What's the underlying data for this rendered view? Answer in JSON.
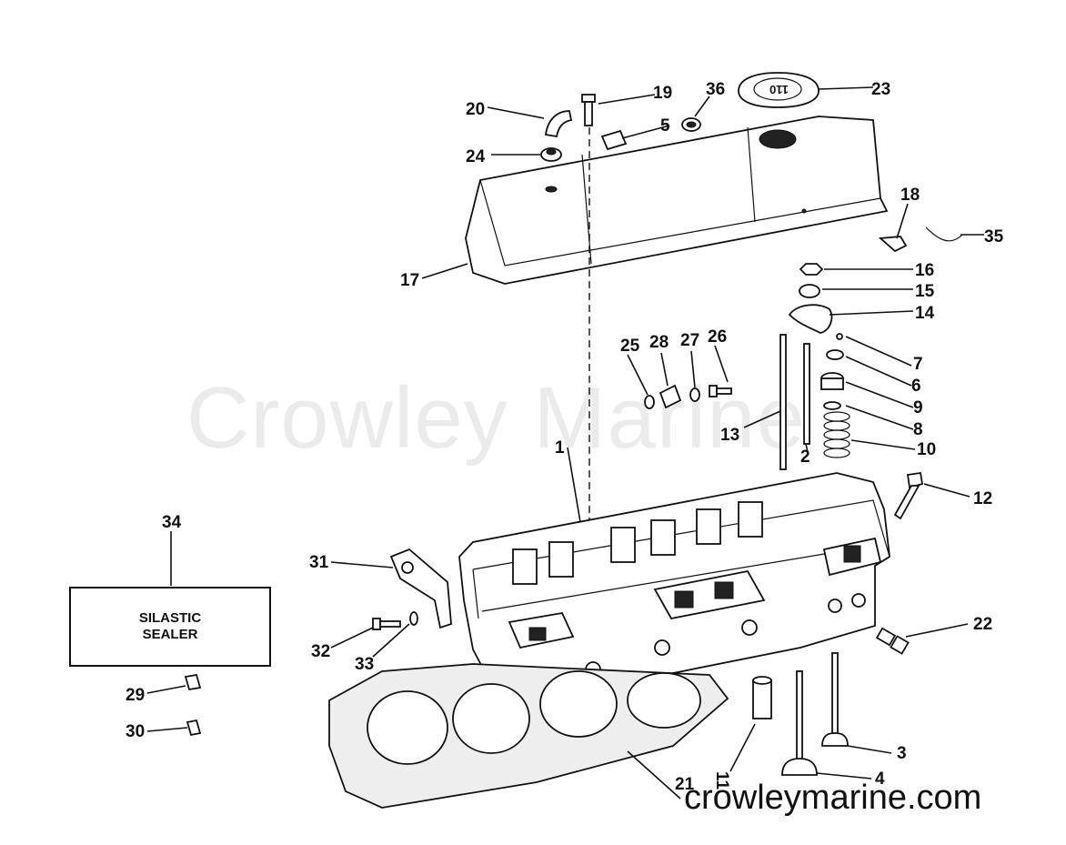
{
  "diagram": {
    "watermark": "Crowley Marine",
    "footer_url": "crowleymarine.com",
    "sealer_box": {
      "line1": "SILASTIC",
      "line2": "SEALER"
    },
    "cap_label": "110",
    "callouts": {
      "c1": "1",
      "c2": "2",
      "c3": "3",
      "c4": "4",
      "c5": "5",
      "c6": "6",
      "c7": "7",
      "c8": "8",
      "c9": "9",
      "c10": "10",
      "c11": "11",
      "c12": "12",
      "c13": "13",
      "c14": "14",
      "c15": "15",
      "c16": "16",
      "c17": "17",
      "c18": "18",
      "c19": "19",
      "c20": "20",
      "c21": "21",
      "c22": "22",
      "c23": "23",
      "c24": "24",
      "c25": "25",
      "c26": "26",
      "c27": "27",
      "c28": "28",
      "c29": "29",
      "c30": "30",
      "c31": "31",
      "c32": "32",
      "c33": "33",
      "c34": "34",
      "c35": "35",
      "c36": "36"
    }
  }
}
